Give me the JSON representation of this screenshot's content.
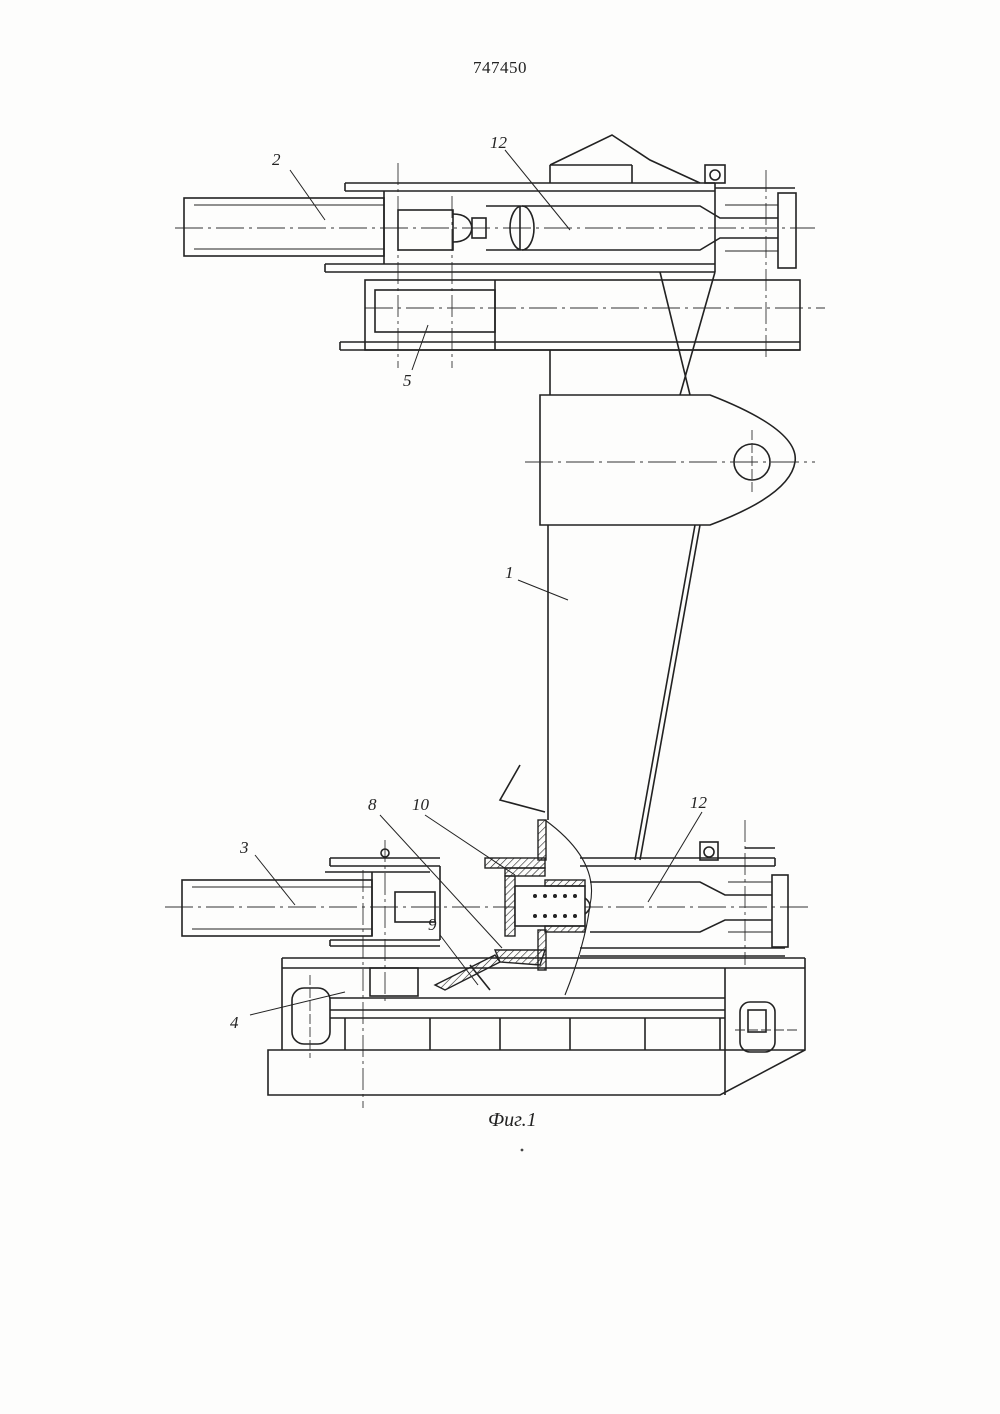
{
  "document": {
    "patent_number": "747450",
    "figure_caption": "Фиг.1"
  },
  "labels": {
    "l1": "1",
    "l2": "2",
    "l3": "3",
    "l4": "4",
    "l5": "5",
    "l8": "8",
    "l9": "9",
    "l10": "10",
    "l12_top": "12",
    "l12_bottom": "12"
  }
}
